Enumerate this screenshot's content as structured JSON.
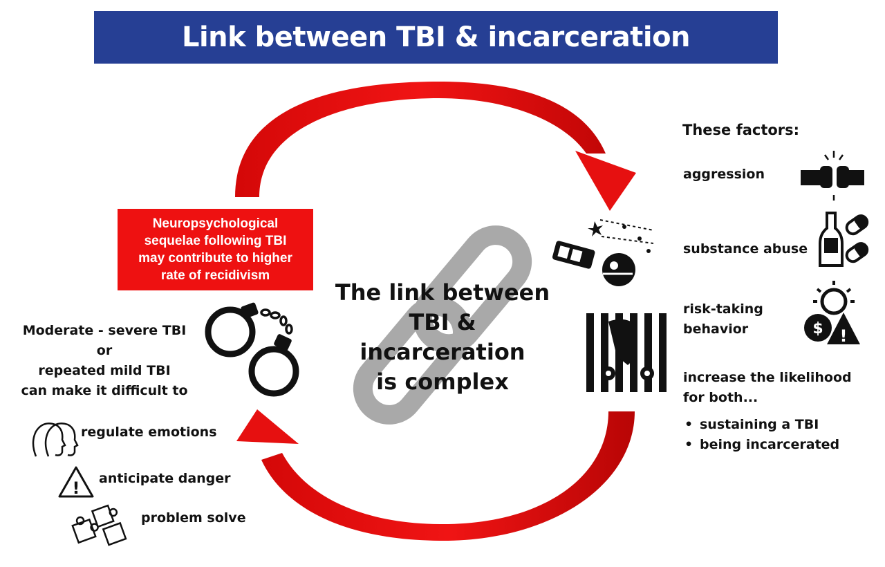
{
  "title": "Link between TBI & incarceration",
  "center": {
    "lines": [
      "The link between",
      "TBI &",
      "incarceration",
      "is complex"
    ]
  },
  "red_box": {
    "lines": [
      "Neuropsychological",
      "sequelae following TBI",
      "may contribute to higher",
      "rate of recidivism"
    ]
  },
  "left": {
    "intro_lines": [
      "Moderate - severe TBI",
      "or",
      "repeated mild TBI",
      "can make it difficult to"
    ],
    "items": [
      {
        "label": "regulate emotions",
        "icon": "two-heads-icon"
      },
      {
        "label": "anticipate danger",
        "icon": "warning-triangle-icon"
      },
      {
        "label": "problem solve",
        "icon": "puzzle-pieces-icon"
      }
    ]
  },
  "right": {
    "heading": "These factors:",
    "factors": [
      {
        "label": "aggression",
        "icon": "fist-bump-icon"
      },
      {
        "label": "substance abuse",
        "icon": "bottle-pills-icon"
      },
      {
        "label": "risk-taking behavior",
        "label_lines": [
          "risk-taking",
          "behavior"
        ],
        "icon": "gear-dollar-warning-icon"
      }
    ],
    "increase_lines": [
      "increase the likelihood",
      "for both..."
    ],
    "bullets": [
      "sustaining a TBI",
      "being incarcerated"
    ]
  },
  "icons": {
    "handcuffs": "handcuffs-icon",
    "head_impact": "head-impact-icon",
    "jail_bars": "jail-bars-icon",
    "chain_link": "chain-link-icon"
  },
  "colors": {
    "banner": "#263f94",
    "arrow_red": "#e01010",
    "red_box": "#ee1111",
    "chain_gray": "#aaaaaa"
  }
}
